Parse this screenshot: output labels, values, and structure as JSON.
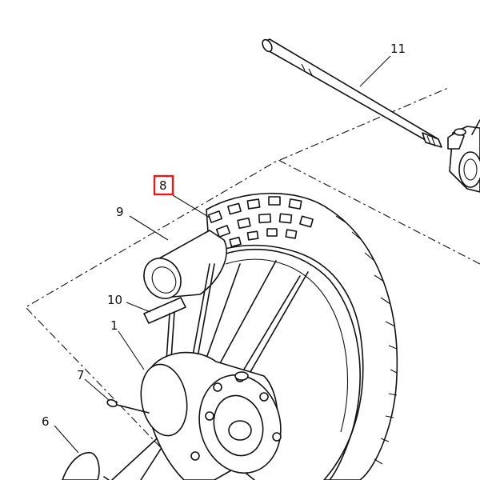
{
  "diagram": {
    "callouts": [
      {
        "id": "11",
        "text": "11"
      },
      {
        "id": "8",
        "text": "8",
        "highlighted": true
      },
      {
        "id": "9",
        "text": "9"
      },
      {
        "id": "10",
        "text": "10"
      },
      {
        "id": "1",
        "text": "1"
      },
      {
        "id": "7",
        "text": "7"
      },
      {
        "id": "6",
        "text": "6"
      }
    ],
    "highlight_color": "#e21b1b",
    "line_color": "#111111"
  }
}
